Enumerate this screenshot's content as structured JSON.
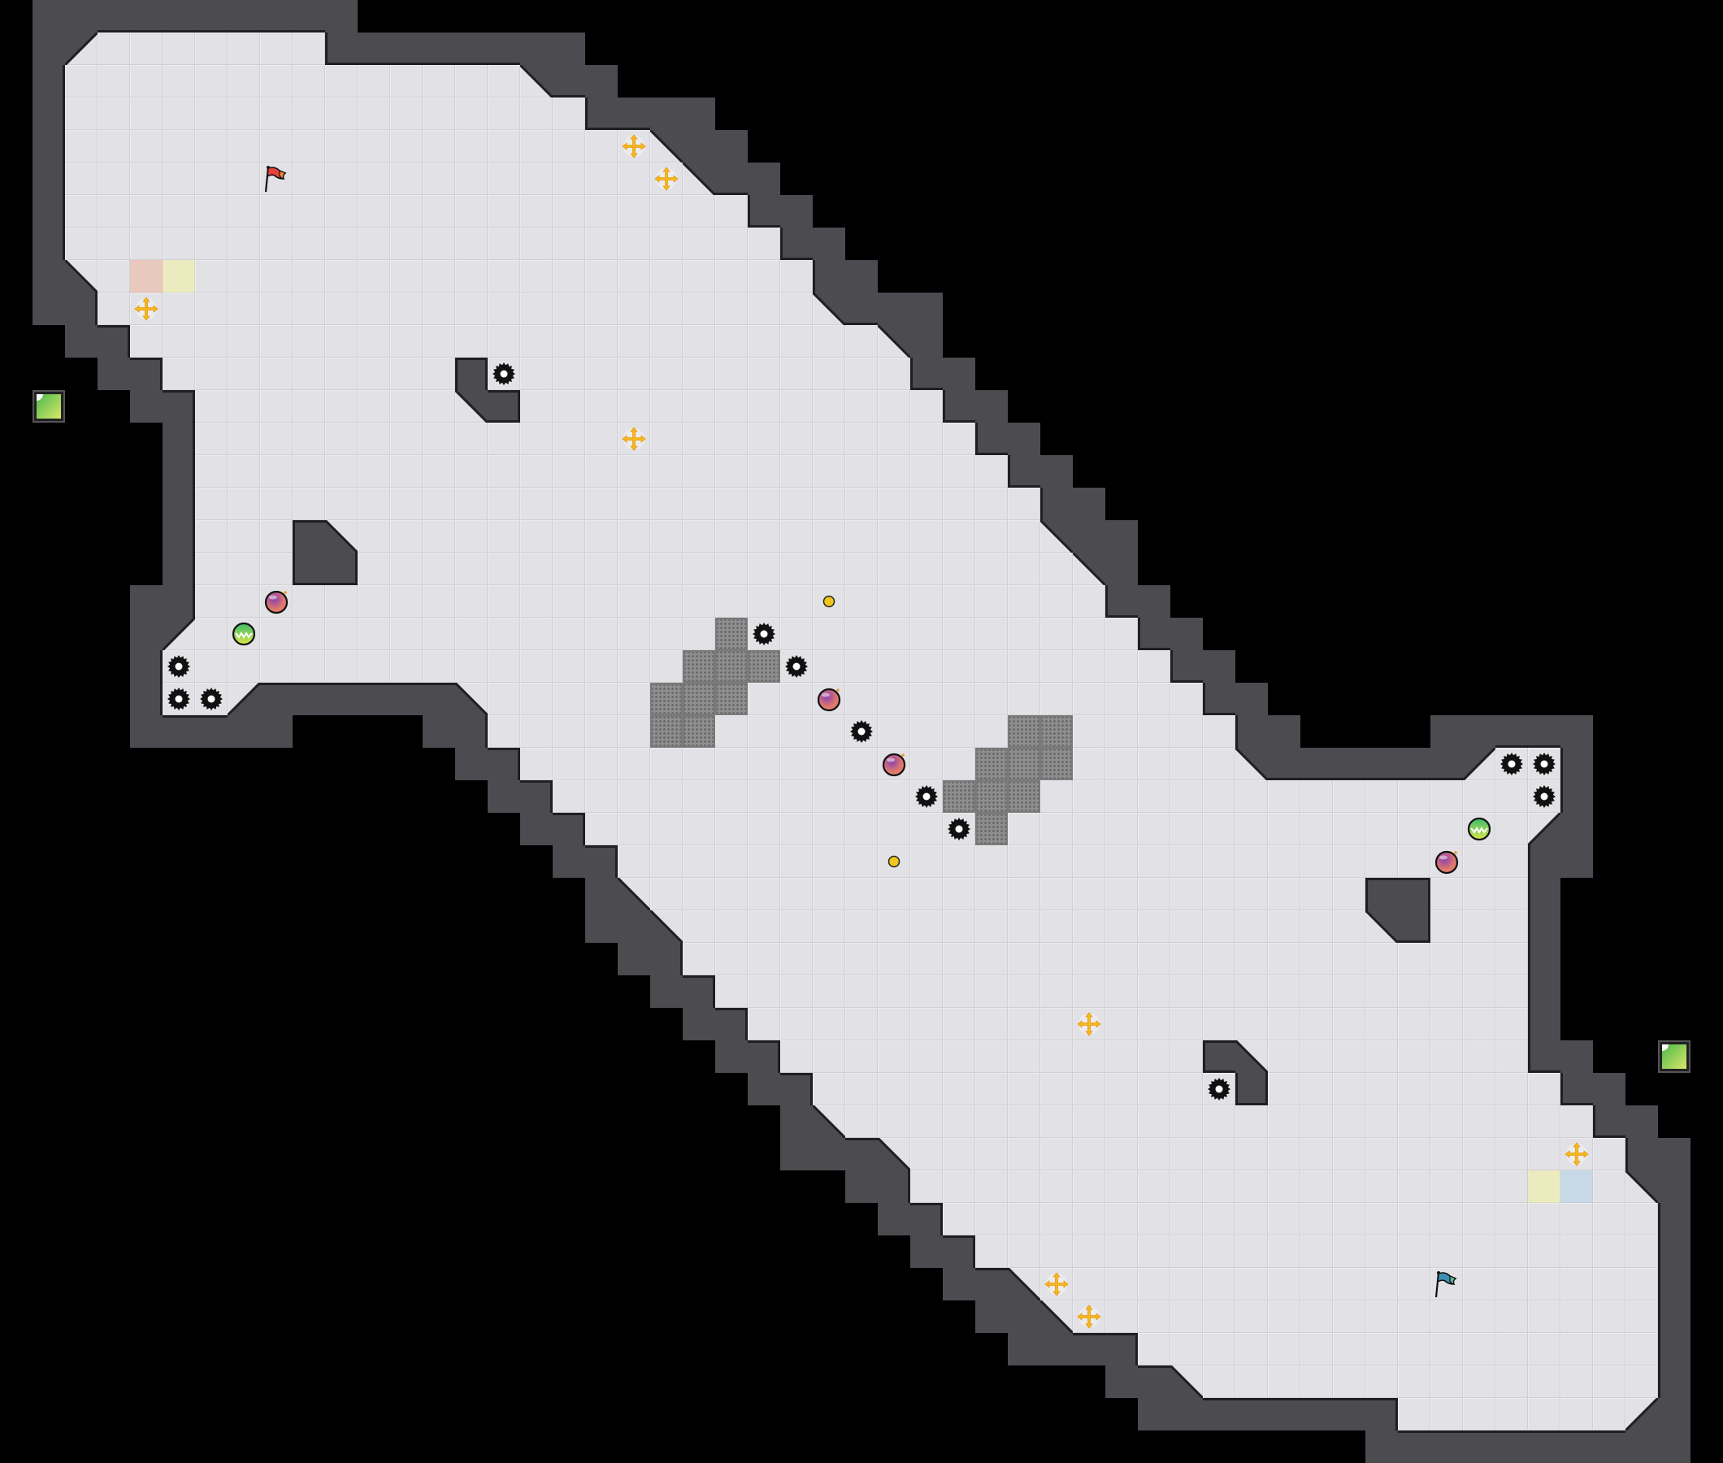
{
  "theme": {
    "background": "#000000",
    "floor": "#e2e2e6",
    "wall": "#4b4b50",
    "wall_edge": "#1f1f22",
    "gate": "#8e8e8e",
    "red_flag": "#e8423a",
    "blue_flag": "#3d8fb5",
    "boost": "#f5b820",
    "bomb": "#a9508f",
    "powerup": "#5cc45a",
    "button": "#f2c51c",
    "spike": "#111111",
    "red_tint": "#e9c8bd",
    "yellow_tint": "#ecebc0",
    "blue_tint": "#c7d9e6",
    "marker_green": "#8fd14f"
  },
  "entities": {
    "flags": [
      "red-flag-icon",
      "blue-flag-icon"
    ],
    "items": [
      "boost-icon",
      "spike-icon",
      "bomb-icon",
      "powerup-icon",
      "button-icon",
      "gate-tile",
      "endzone-tile",
      "marker-square"
    ]
  }
}
